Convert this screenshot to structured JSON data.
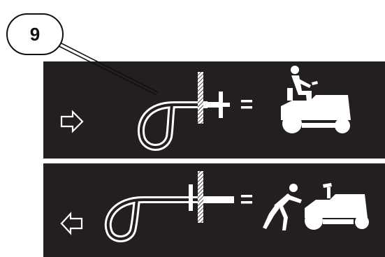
{
  "callout": {
    "number": "9"
  },
  "colors": {
    "panel": "#231f20",
    "symbol": "#ffffff",
    "outline": "#111111"
  },
  "panels": [
    {
      "direction_icon": "right-arrow-icon",
      "operator": "=",
      "operator_icon": "riding-operator-on-tractor-icon",
      "mode": "engaged"
    },
    {
      "direction_icon": "left-arrow-icon",
      "operator": "=",
      "operator_icon": "person-pushing-tractor-icon",
      "mode": "disengaged"
    }
  ]
}
